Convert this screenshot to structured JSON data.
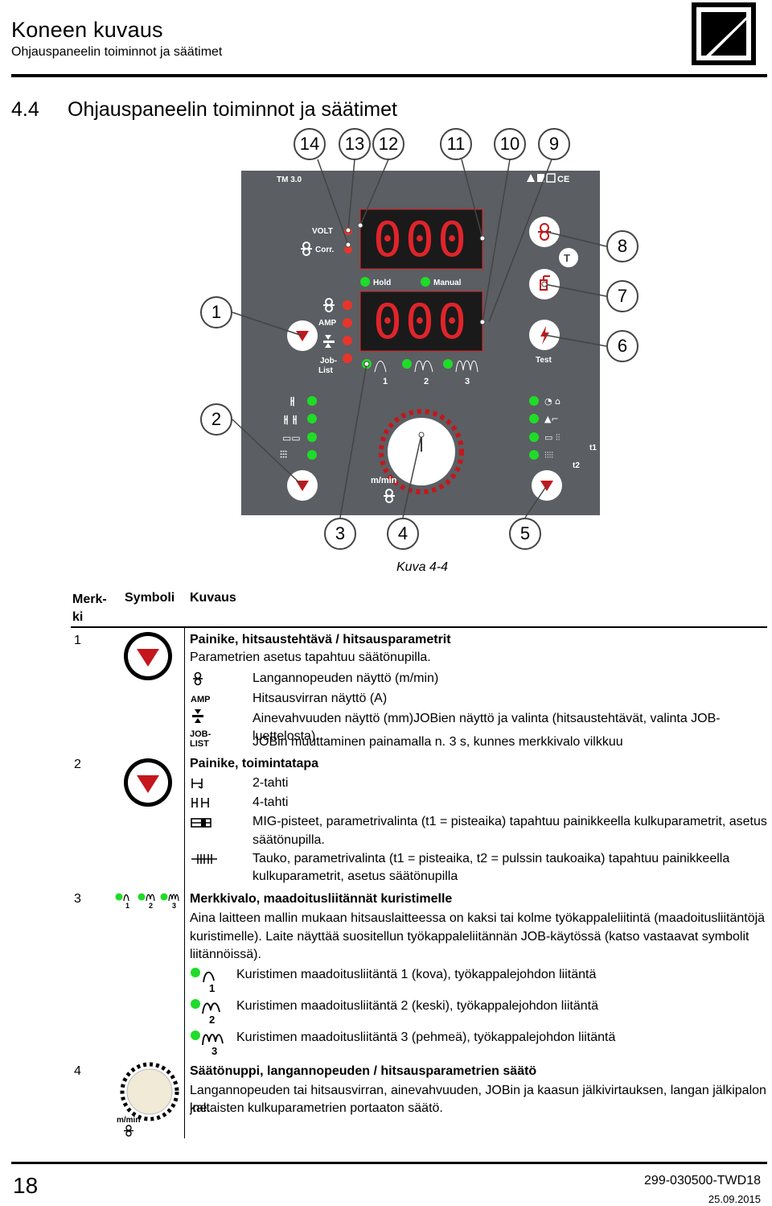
{
  "header": {
    "title": "Koneen kuvaus",
    "subtitle": "Ohjauspaneelin toiminnot ja säätimet"
  },
  "section": {
    "number": "4.4",
    "title": "Ohjauspaneelin toiminnot ja säätimet"
  },
  "panel": {
    "model": "TM 3.0",
    "labels": {
      "volt": "VOLT",
      "corr": "Corr.",
      "hold": "Hold",
      "manual": "Manual",
      "amp": "AMP",
      "joblist": "Job-\nList",
      "test": "Test",
      "mmin": "m/min",
      "reel1": "1",
      "reel2": "2",
      "reel3": "3",
      "t1": "t1",
      "t2": "t2"
    },
    "display_top": "000",
    "display_bottom": "000",
    "callouts": [
      "14",
      "13",
      "12",
      "11",
      "10",
      "9",
      "8",
      "7",
      "6",
      "1",
      "2",
      "3",
      "4",
      "5"
    ]
  },
  "caption": "Kuva 4-4",
  "table": {
    "headers": {
      "merkki": "Merk-\nki",
      "symboli": "Symboli",
      "kuvaus": "Kuvaus"
    },
    "rows": [
      {
        "num": "1",
        "title": "Painike, hitsaustehtävä / hitsausparametrit",
        "lines": [
          "Parametrien asetus tapahtuu säätönupilla.",
          "Langannopeuden näyttö (m/min)",
          "Hitsausvirran näyttö (A)",
          "Ainevahvuuden näyttö (mm)JOBien näyttö ja valinta (hitsaustehtävät, valinta JOB-luettelosta).",
          "JOBin muuttaminen painamalla n. 3 s, kunnes merkkivalo vilkkuu"
        ],
        "symbols": {
          "amp": "AMP",
          "job1": "JOB-",
          "job2": "LIST"
        }
      },
      {
        "num": "2",
        "title": "Painike, toimintatapa",
        "lines": [
          "2-tahti",
          "4-tahti",
          "MIG-pisteet, parametrivalinta (t1 = pisteaika) tapahtuu painikkeella kulkuparametrit, asetus",
          "säätönupilla.",
          "Tauko, parametrivalinta (t1 = pisteaika, t2 = pulssin taukoaika) tapahtuu painikkeella",
          "kulkuparametrit, asetus säätönupilla"
        ]
      },
      {
        "num": "3",
        "title": "Merkkivalo, maadoitusliitännät kuristimelle",
        "lines": [
          "Aina laitteen mallin mukaan hitsauslaitteessa on kaksi tai kolme työkappaleliitintä (maadoitusliitäntöjä",
          "kuristimelle). Laite näyttää suositellun työkappaleliitännän JOB-käytössä (katso vastaavat symbolit",
          "liitännöissä).",
          "Kuristimen maadoitusliitäntä 1 (kova), työkappalejohdon liitäntä",
          "Kuristimen maadoitusliitäntä 2 (keski), työkappalejohdon liitäntä",
          "Kuristimen maadoitusliitäntä 3 (pehmeä), työkappalejohdon liitäntä"
        ],
        "symbol_numbers": [
          "1",
          "2",
          "3"
        ]
      },
      {
        "num": "4",
        "title": "Säätönuppi, langannopeuden / hitsausparametrien säätö",
        "lines": [
          "Langannopeuden tai hitsausvirran, ainevahvuuden, JOBin ja kaasun jälkivirtauksen, langan jälkipalon jne.",
          "kaltaisten kulkuparametrien portaaton säätö."
        ],
        "symbol_label": "m/min"
      }
    ]
  },
  "footer": {
    "page": "18",
    "doc_id": "299-030500-TWD18",
    "date": "25.09.2015"
  },
  "colors": {
    "panel": "#5b5e62",
    "led_red": "#e8352b",
    "led_green": "#1fdc28",
    "button_red": "#c4161c",
    "display_segment": "#e0242b"
  }
}
